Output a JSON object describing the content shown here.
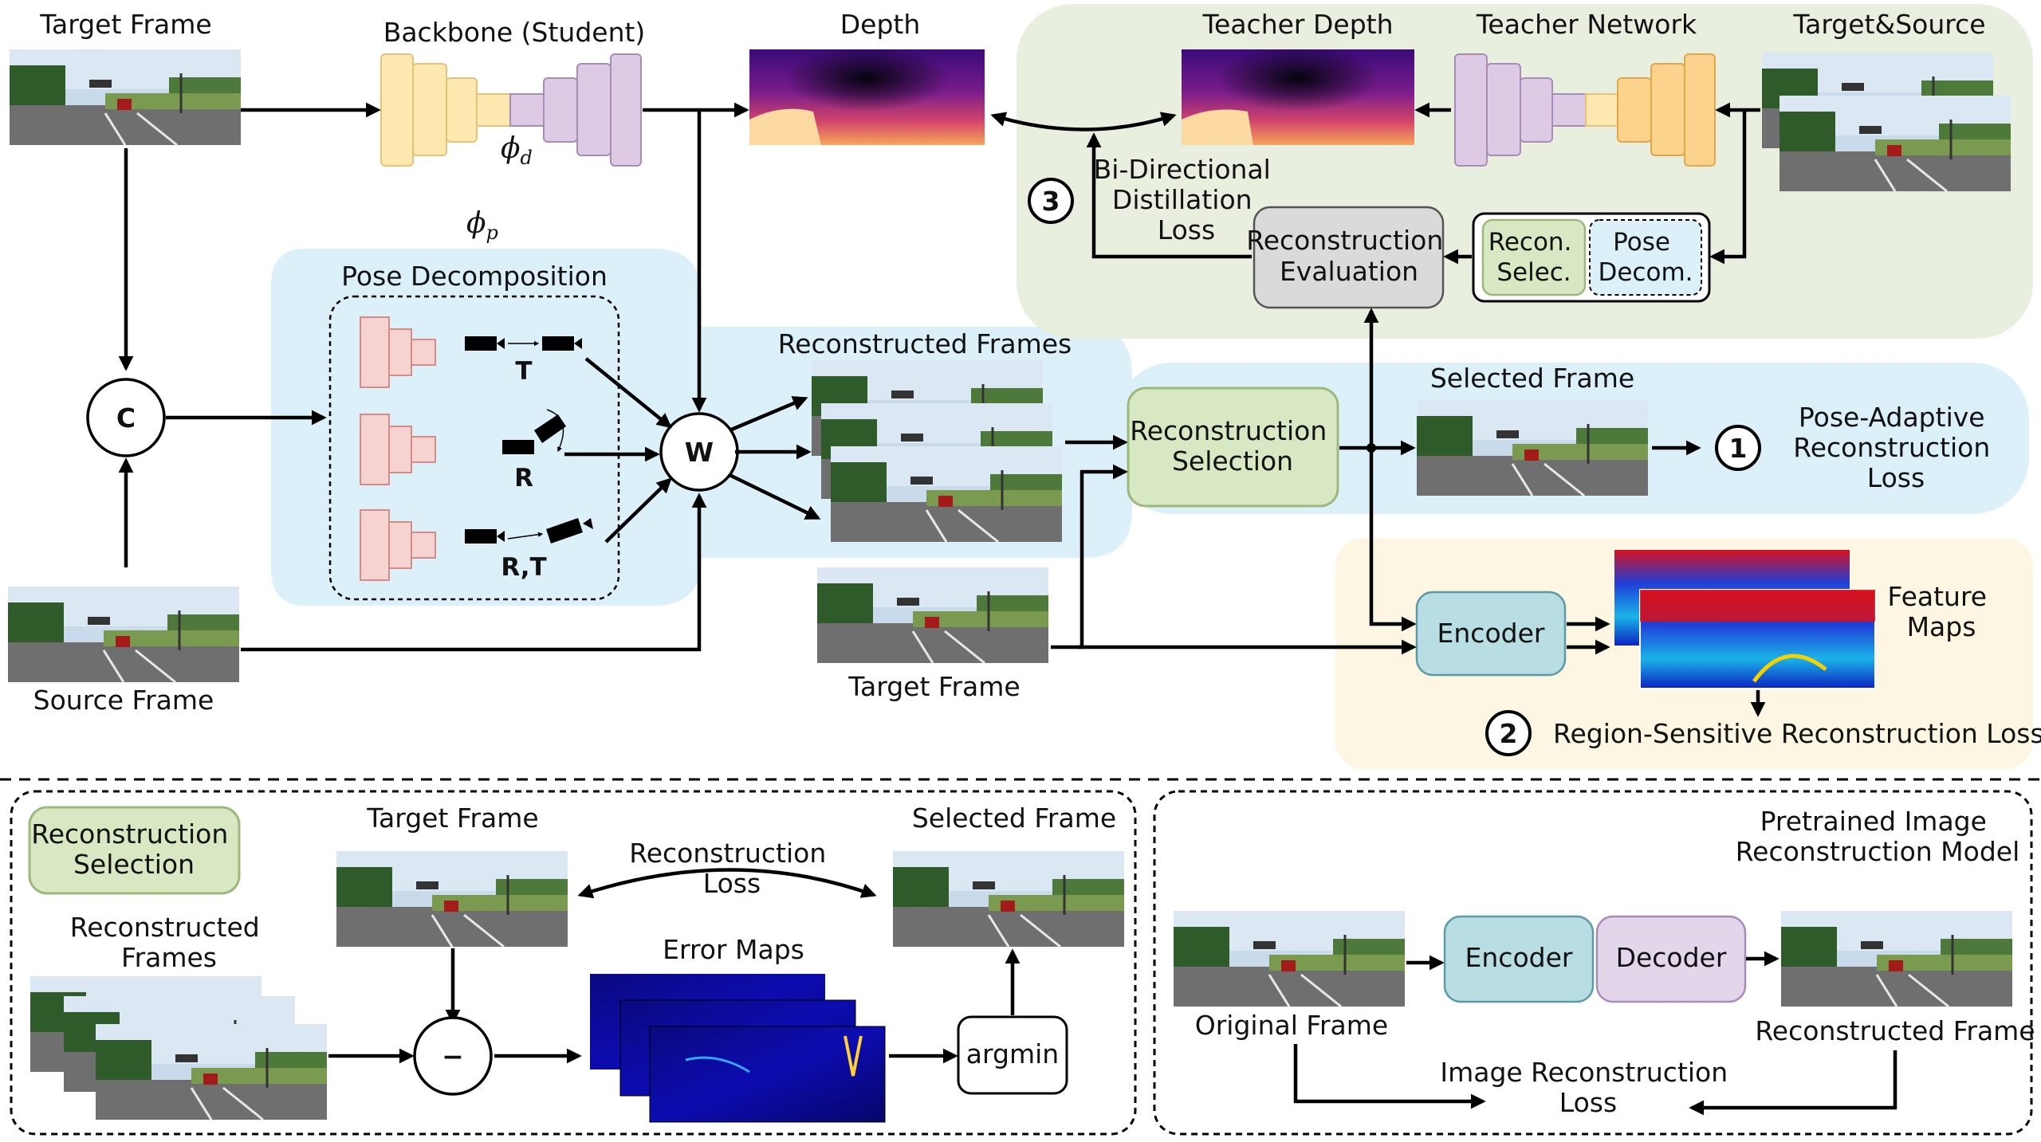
{
  "top": {
    "target_frame": "Target Frame",
    "backbone": "Backbone (Student)",
    "phi_d": "ϕ",
    "phi_d_sub": "d",
    "phi_p": "ϕ",
    "phi_p_sub": "p",
    "depth": "Depth",
    "concat": "C",
    "source_frame": "Source Frame",
    "pose_decomposition": "Pose Decomposition",
    "pose_T": "T",
    "pose_R": "R",
    "pose_RT": "R,T",
    "warp": "W",
    "reconstructed_frames": "Reconstructed Frames",
    "target_frame_mid": "Target Frame",
    "reconstruction_selection": [
      "Reconstruction",
      "Selection"
    ],
    "selected_frame": "Selected Frame",
    "loss1_num": "1",
    "loss1": [
      "Pose-Adaptive",
      "Reconstruction",
      "Loss"
    ],
    "teacher_depth": "Teacher Depth",
    "teacher_network": "Teacher Network",
    "target_source": "Target&Source",
    "loss3_num": "3",
    "loss3": [
      "Bi-Directional",
      "Distillation",
      "Loss"
    ],
    "recon_evaluation": [
      "Reconstruction",
      "Evaluation"
    ],
    "recon_selec": [
      "Recon.",
      "Selec."
    ],
    "pose_decom": [
      "Pose",
      "Decom."
    ],
    "encoder": "Encoder",
    "feature_maps": [
      "Feature",
      "Maps"
    ],
    "loss2_num": "2",
    "loss2": "Region-Sensitive Reconstruction Loss"
  },
  "bottom_left": {
    "recon_selection_tag": [
      "Reconstruction",
      "Selection"
    ],
    "target_frame": "Target Frame",
    "selected_frame": "Selected Frame",
    "reconstruction_loss": [
      "Reconstruction",
      "Loss"
    ],
    "reconstructed_frames": [
      "Reconstructed",
      "Frames"
    ],
    "minus": "−",
    "error_maps": "Error Maps",
    "argmin": "argmin"
  },
  "bottom_right": {
    "pretrained_model": [
      "Pretrained Image",
      "Reconstruction Model"
    ],
    "original_frame": "Original Frame",
    "encoder": "Encoder",
    "decoder": "Decoder",
    "reconstructed_frame": "Reconstructed Frame",
    "image_recon_loss": [
      "Image Reconstruction",
      "Loss"
    ]
  },
  "colors": {
    "pose_region": "#dcf0fa",
    "teacher_region": "#e9efdf",
    "feature_region": "#fdf6e2",
    "green_box": "#d8e8c2",
    "green_border": "#9db87c",
    "grey_box": "#dadada",
    "encoder_blue": "#b8dde3",
    "decoder_purple": "#e4d6ea",
    "student_yellow": "#fde9b0",
    "student_orange": "#fcd38d",
    "student_purple": "#ddcbe6",
    "pose_net_pink": "#f6d3d0"
  }
}
